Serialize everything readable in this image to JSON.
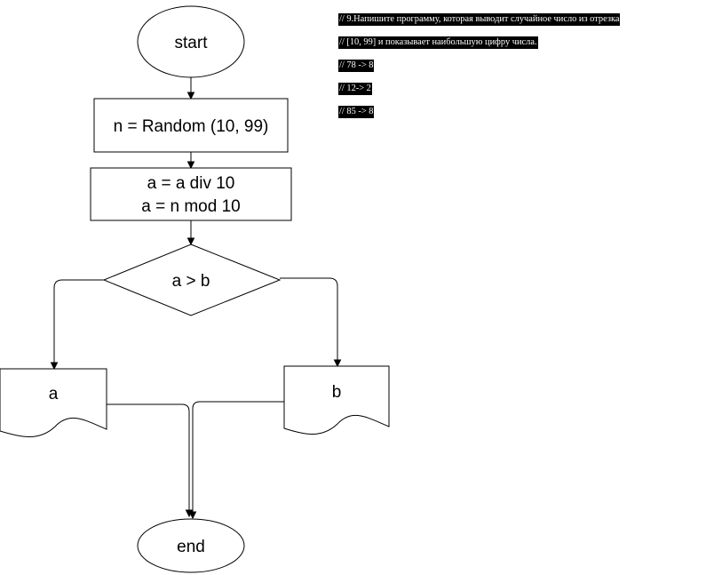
{
  "diagram": {
    "nodes": {
      "start": {
        "label": "start"
      },
      "random": {
        "label": "n = Random (10, 99)"
      },
      "assign": {
        "line1": "a = a div 10",
        "line2": "a = n mod 10"
      },
      "decision": {
        "label": "a > b"
      },
      "output_a": {
        "label": "a"
      },
      "output_b": {
        "label": "b"
      },
      "end": {
        "label": "end"
      }
    }
  },
  "comments": [
    "// 9.Напишите программу, которая выводит случайное число из отрезка",
    "// [10, 99] и показывает наибольшую цифру числа.",
    "// 78 -> 8",
    "// 12-> 2",
    "// 85 -> 8"
  ],
  "colors": {
    "stroke": "#000000",
    "fill": "#ffffff",
    "comment_background": "#000000",
    "comment_text": "#ffffff"
  }
}
